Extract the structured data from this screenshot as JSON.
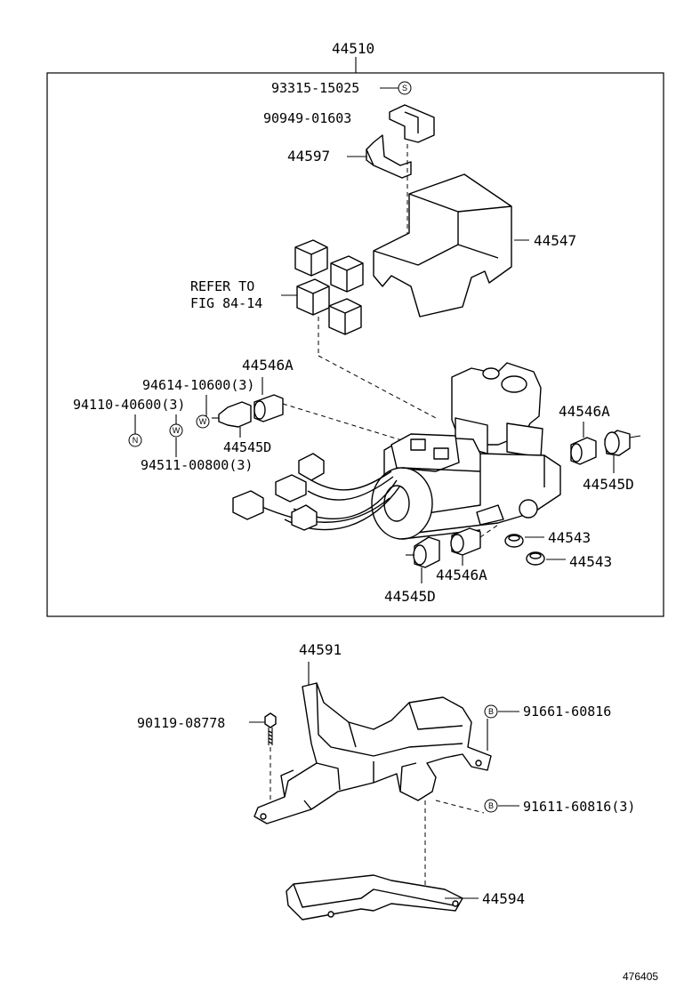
{
  "labels": {
    "assembly": "44510",
    "p93315": "93315-15025",
    "p90949": "90949-01603",
    "p44597": "44597",
    "p44547": "44547",
    "refer1": "REFER TO",
    "refer2": "FIG 84-14",
    "p44546a_top": "44546A",
    "p94614": "94614-10600(3)",
    "p94110": "94110-40600(3)",
    "p44545d_left": "44545D",
    "p94511": "94511-00800(3)",
    "p44546a_right": "44546A",
    "p44545d_right": "44545D",
    "p44543_a": "44543",
    "p44543_b": "44543",
    "p44546a_bottom": "44546A",
    "p44545d_bottom": "44545D",
    "p44591": "44591",
    "p90119": "90119-08778",
    "p91661": "91661-60816",
    "p91611": "91611-60816(3)",
    "p44594": "44594",
    "ref_id": "476405"
  },
  "symbols": {
    "s": "S",
    "n": "N",
    "w": "W",
    "b": "B"
  }
}
